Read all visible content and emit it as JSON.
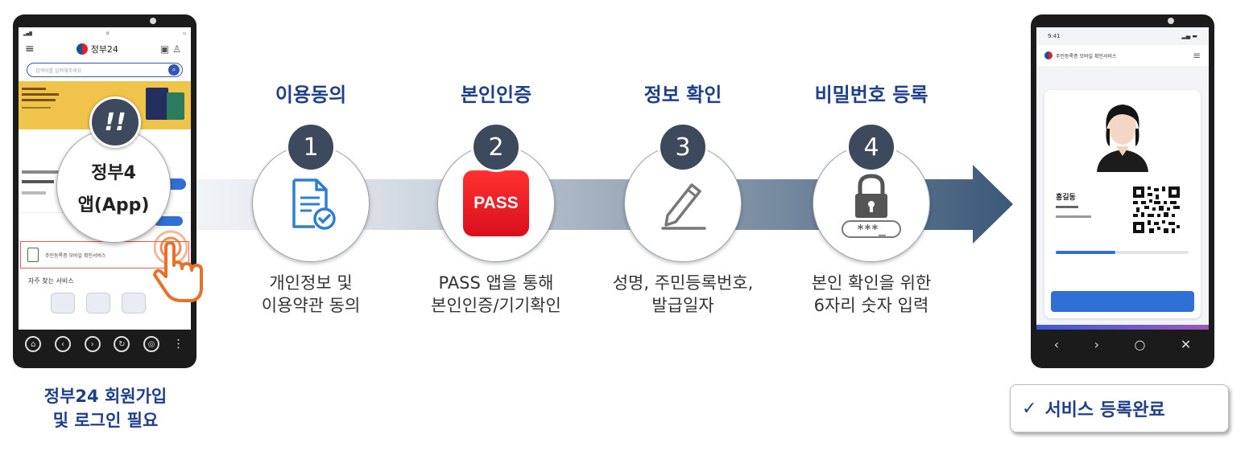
{
  "left_phone": {
    "app_name": "정부24",
    "search_placeholder": "검색어를 입력해주세요",
    "highlight_row_text": "주민등록증 모바일 확인서비스",
    "frequent_services": "자주 찾는 서비스",
    "callout_badge": "!!",
    "callout_title": "정부4",
    "callout_sub": "앱(App)",
    "caption_line1": "정부24 회원가입",
    "caption_line2": "및 로그인 필요"
  },
  "steps": [
    {
      "title": "이용동의",
      "number": "1",
      "desc_line1": "개인정보 및",
      "desc_line2": "이용약관 동의",
      "icon": "document-check-icon"
    },
    {
      "title": "본인인증",
      "number": "2",
      "desc_line1": "PASS 앱을 통해",
      "desc_line2": "본인인증/기기확인",
      "icon": "pass-app-icon",
      "icon_label": "PASS"
    },
    {
      "title": "정보 확인",
      "number": "3",
      "desc_line1": "성명, 주민등록번호,",
      "desc_line2": "발급일자",
      "icon": "pencil-icon"
    },
    {
      "title": "비밀번호 등록",
      "number": "4",
      "desc_line1": "본인 확인을 위한",
      "desc_line2": "6자리 숫자 입력",
      "icon": "lock-icon",
      "icon_label": "***_"
    }
  ],
  "right_phone": {
    "status_time": "9:41",
    "header_title": "주민등록증 모바일 확인서비스",
    "holder_name": "홍길동",
    "progress": 0.45
  },
  "completion": {
    "check": "✓",
    "label": "서비스 등록완료"
  },
  "colors": {
    "title_blue": "#1f3f8a",
    "badge_dark": "#3d4a5d",
    "arrow_dark": "#3b5878",
    "pass_red": "#e81f2b",
    "icon_blue": "#2f7fd0"
  }
}
